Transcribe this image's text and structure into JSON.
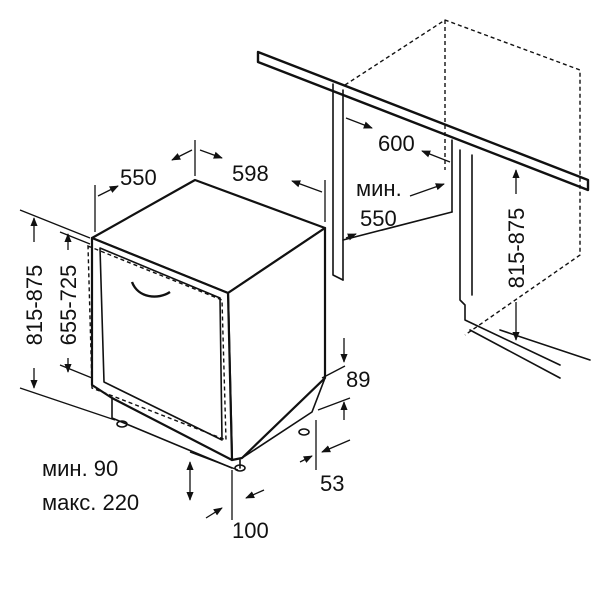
{
  "labels": {
    "depth": "550",
    "width": "598",
    "niche_width": "600",
    "min_label": "мин.",
    "min_value": "550",
    "height_left": "815-875",
    "height_inner": "655-725",
    "height_right": "815-875",
    "plinth": "89",
    "foot": "53",
    "plinth_min": "мин. 90",
    "plinth_max": "макс. 220",
    "gap": "100"
  }
}
